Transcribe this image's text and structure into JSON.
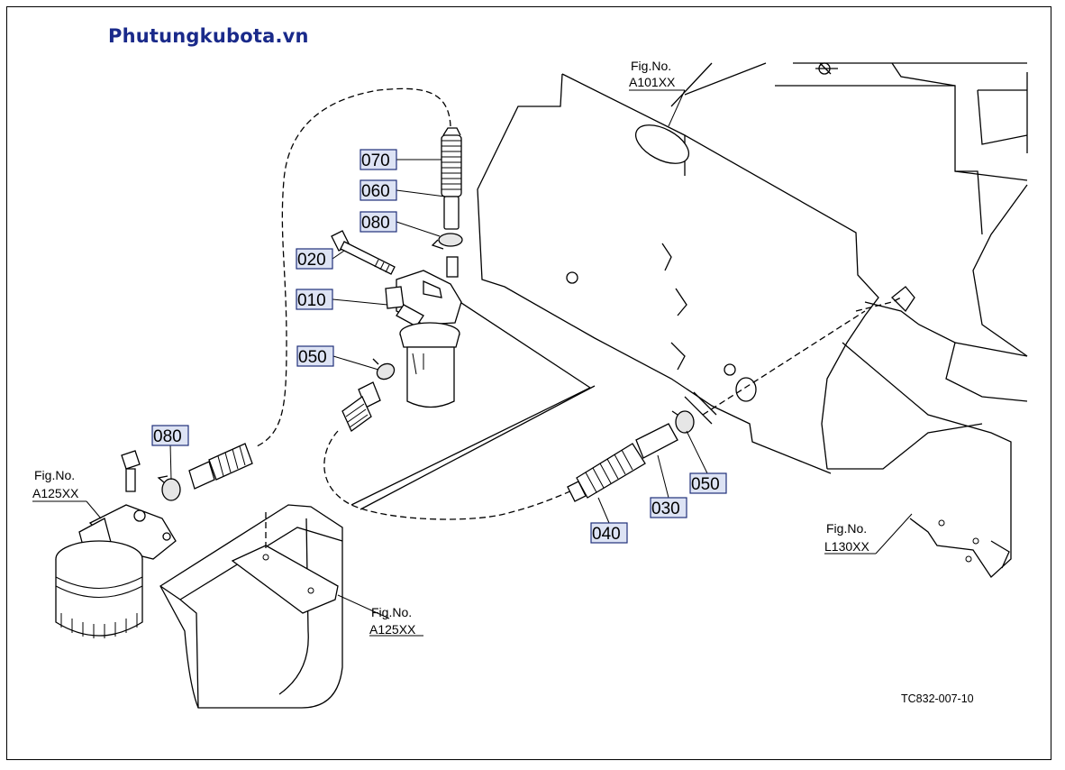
{
  "watermark": "Phutungkubota.vn",
  "diagram_code": "TC832-007-10",
  "part_labels": [
    {
      "id": "p070a",
      "text": "070"
    },
    {
      "id": "p060",
      "text": "060"
    },
    {
      "id": "p080a",
      "text": "080"
    },
    {
      "id": "p020",
      "text": "020"
    },
    {
      "id": "p010",
      "text": "010"
    },
    {
      "id": "p050a",
      "text": "050"
    },
    {
      "id": "p080b",
      "text": "080"
    },
    {
      "id": "p050b",
      "text": "050"
    },
    {
      "id": "p030",
      "text": "030"
    },
    {
      "id": "p040",
      "text": "040"
    }
  ],
  "figure_refs": [
    {
      "id": "r1",
      "line1": "Fig.No.",
      "line2": "A101XX"
    },
    {
      "id": "r2",
      "line1": "Fig.No.",
      "line2": "A125XX"
    },
    {
      "id": "r3",
      "line1": "Fig.No.",
      "line2": "A125XX"
    },
    {
      "id": "r4",
      "line1": "Fig.No.",
      "line2": "L130XX"
    }
  ]
}
